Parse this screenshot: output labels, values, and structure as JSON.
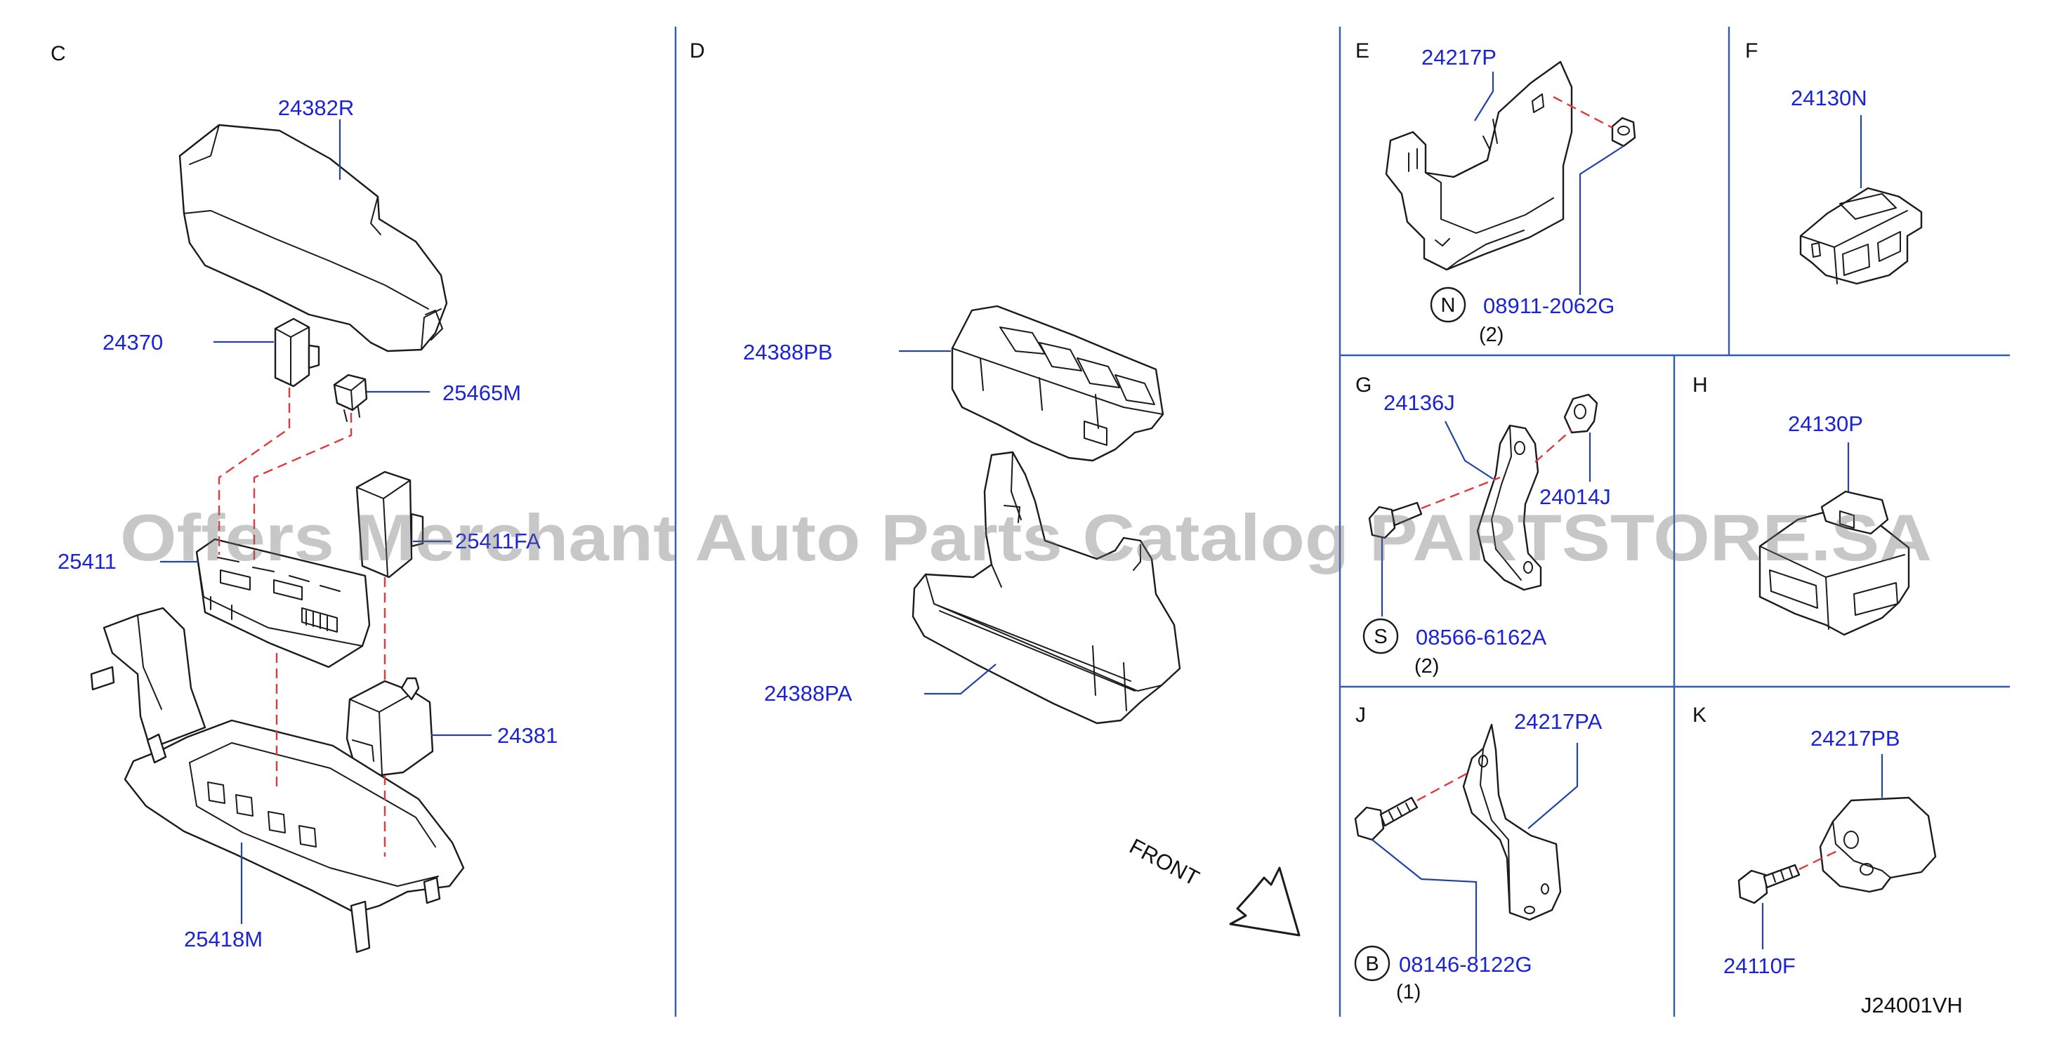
{
  "sections": {
    "C": "C",
    "D": "D",
    "E": "E",
    "F": "F",
    "G": "G",
    "H": "H",
    "J": "J",
    "K": "K"
  },
  "parts": {
    "p24382R": "24382R",
    "p24370": "24370",
    "p25465M": "25465M",
    "p25411": "25411",
    "p25411FA": "25411FA",
    "p24381": "24381",
    "p25418M": "25418M",
    "p24388PB": "24388PB",
    "p24388PA": "24388PA",
    "p24217P": "24217P",
    "p08911": "08911-2062G",
    "p24130N": "24130N",
    "p24136J": "24136J",
    "p24014J": "24014J",
    "p08566": "08566-6162A",
    "p24130P": "24130P",
    "p24217PA": "24217PA",
    "p08146": "08146-8122G",
    "p24217PB": "24217PB",
    "p24110F": "24110F"
  },
  "quantities": {
    "e": "(2)",
    "g": "(2)",
    "j": "(1)"
  },
  "fastener_symbols": {
    "n": "N",
    "s": "S",
    "b": "B"
  },
  "front_label": "FRONT",
  "diagram_code": "J24001VH",
  "watermark": "Offers Merchant Auto Parts Catalog PARTSTORE.SA",
  "colors": {
    "part_number": "#1a24d6",
    "frame": "#2e5bb5",
    "dashed_leader": "#e23a3a"
  }
}
